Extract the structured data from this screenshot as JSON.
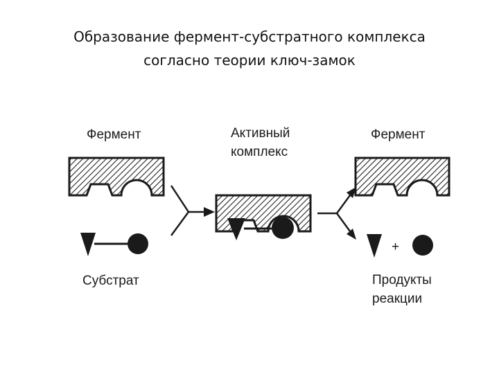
{
  "slide": {
    "title_line1": "Образование фермент-субстратного комплекса",
    "title_line2": "согласно теории ключ-замок"
  },
  "diagram": {
    "enzyme_left_label": "Фермент",
    "active_complex_line1": "Активный",
    "active_complex_line2": "комплекс",
    "enzyme_right_label": "Фермент",
    "substrate_label": "Субстрат",
    "products_line1": "Продукты",
    "products_line2": "реакции",
    "plus_sign": "+"
  }
}
